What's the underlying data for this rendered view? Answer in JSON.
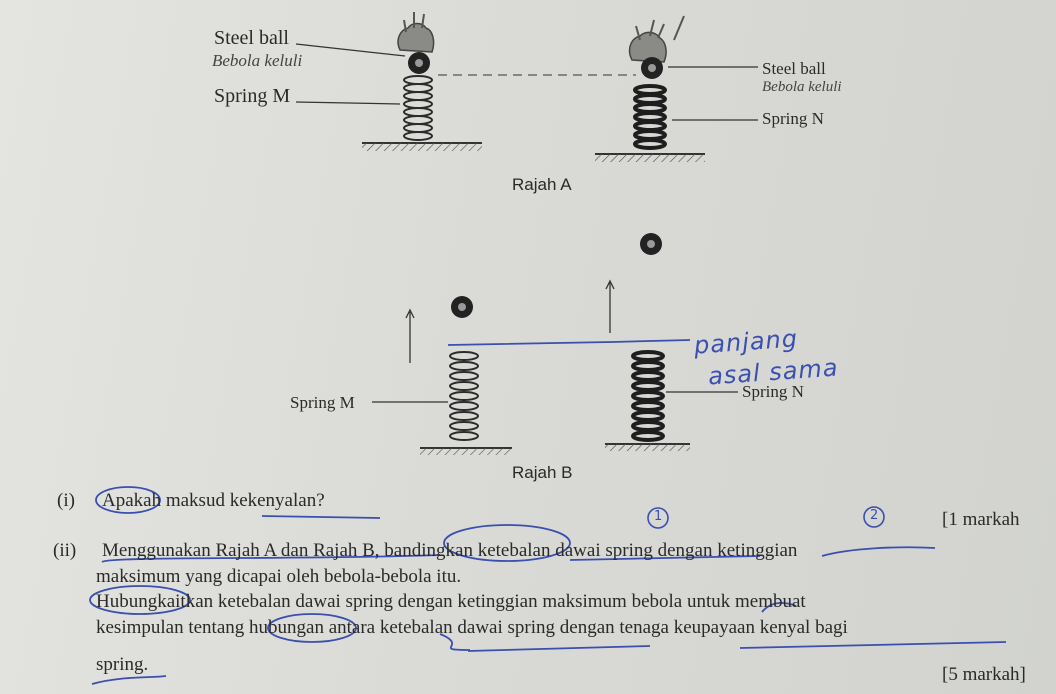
{
  "rajah_a": {
    "caption": "Rajah A",
    "left_ball_label_en": "Steel ball",
    "left_ball_label_ms": "Bebola keluli",
    "left_spring_label": "Spring M",
    "right_ball_label_en": "Steel ball",
    "right_ball_label_ms": "Bebola keluli",
    "right_spring_label": "Spring N"
  },
  "rajah_b": {
    "caption": "Rajah B",
    "left_spring_label": "Spring M",
    "right_spring_label": "Spring N"
  },
  "annotations": {
    "handwritten_line1": "panjang",
    "handwritten_line2": "asal sama",
    "circle_1": "1",
    "circle_2": "2"
  },
  "questions": {
    "q1_number": "(i)",
    "q1_text": "Apakah maksud kekenyalan?",
    "q1_marks": "[1 markah",
    "q2_number": "(ii)",
    "q2_line1": "Menggunakan Rajah A dan Rajah B, bandingkan ketebalan dawai spring dengan ketinggian",
    "q2_line2": "maksimum yang dicapai oleh bebola-bebola itu.",
    "q2_line3": "Hubungkaitkan ketebalan dawai spring dengan ketinggian maksimum bebola untuk membuat",
    "q2_line4": "kesimpulan tentang hubungan antara ketebalan dawai spring dengan tenaga keupayaan kenyal bagi",
    "q2_line5": "spring.",
    "q2_marks": "[5 markah]"
  },
  "colors": {
    "ink": "#2a2a2a",
    "pen": "#3a4fb0"
  }
}
